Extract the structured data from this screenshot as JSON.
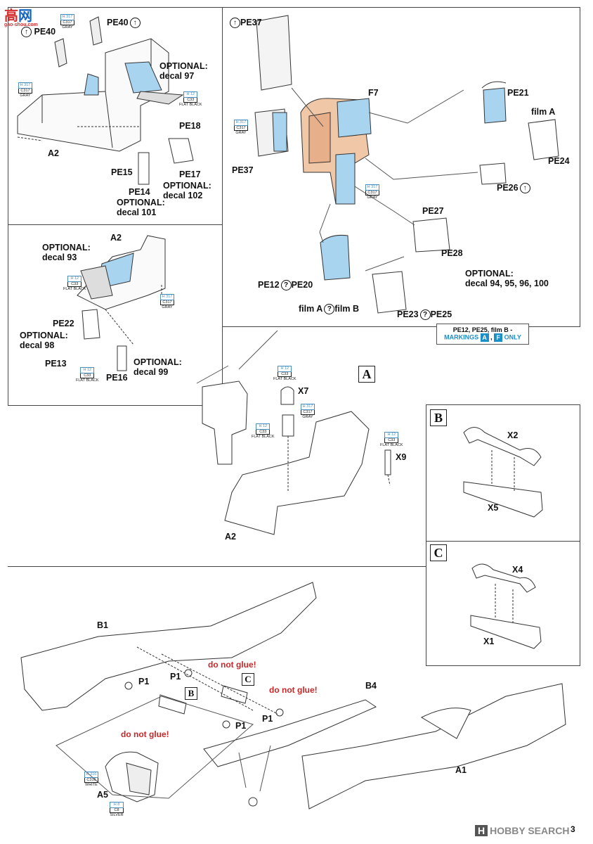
{
  "watermark": {
    "top": "高",
    "b": "网",
    "url": "gao-shou.com",
    "footer": "HOBBY SEARCH",
    "footer_tag": "H",
    "page": "3"
  },
  "panel1": {
    "labels": {
      "pe40a": "PE40",
      "pe40b": "PE40",
      "opt97a": "OPTIONAL:",
      "opt97b": "decal 97",
      "a2": "A2",
      "pe18": "PE18",
      "pe15": "PE15",
      "pe17": "PE17",
      "pe14": "PE14",
      "opt102a": "OPTIONAL:",
      "opt102b": "decal 102",
      "opt101a": "OPTIONAL:",
      "opt101b": "decal 101"
    }
  },
  "panel2": {
    "labels": {
      "pe37a": "PE37",
      "f7": "F7",
      "pe21": "PE21",
      "filma": "film A",
      "pe24": "PE24",
      "pe37b": "PE37",
      "pe26": "PE26",
      "pe27": "PE27",
      "pe28": "PE28",
      "opt94a": "OPTIONAL:",
      "opt94b": "decal 94, 95, 96, 100",
      "pe12": "PE12",
      "pe20": "PE20",
      "filmab": "film A",
      "filmb": "film B",
      "pe23": "PE23",
      "pe25": "PE25"
    },
    "note_line1": "PE12, PE25, film B -",
    "note_line2": "MARKINGS",
    "note_a": "A",
    "note_f": "F",
    "note_only": "ONLY"
  },
  "panel3": {
    "labels": {
      "opt93a": "OPTIONAL:",
      "opt93b": "decal 93",
      "a2": "A2",
      "pe22": "PE22",
      "opt98a": "OPTIONAL:",
      "opt98b": "decal 98",
      "pe13": "PE13",
      "pe16": "PE16",
      "opt99a": "OPTIONAL:",
      "opt99b": "decal 99"
    }
  },
  "sectionA": {
    "tag": "A",
    "x7": "X7",
    "x9": "X9",
    "a2": "A2"
  },
  "sectionB": {
    "tag": "B",
    "x2": "X2",
    "x5": "X5"
  },
  "sectionC": {
    "tag": "C",
    "x4": "X4",
    "x1": "X1"
  },
  "bottom": {
    "b1": "B1",
    "p1a": "P1",
    "p1b": "P1",
    "p1c": "P1",
    "p1d": "P1",
    "b4": "B4",
    "a1": "A1",
    "a5": "A5",
    "dng1": "do not glue!",
    "dng2": "do not glue!",
    "dng3": "do not glue!",
    "tagB": "B",
    "tagC": "C"
  },
  "colors": {
    "gray": {
      "h": "H 317",
      "c": "C317",
      "n": "GRAY"
    },
    "black": {
      "h": "H 12",
      "c": "C33",
      "n": "FLAT BLACK"
    },
    "white": {
      "h": "H 316",
      "c": "C316",
      "n": "WHITE"
    },
    "silver": {
      "h": "H 8",
      "c": "C8",
      "n": "SILVER"
    },
    "accent": "#1a8fc8",
    "warning": "#c62828",
    "panel_blue": "#a8d4f0",
    "panel_tan": "#f0c8a8"
  },
  "icons": [
    "arrow-up-circle-icon",
    "question-circle-icon",
    "glue-icon"
  ]
}
